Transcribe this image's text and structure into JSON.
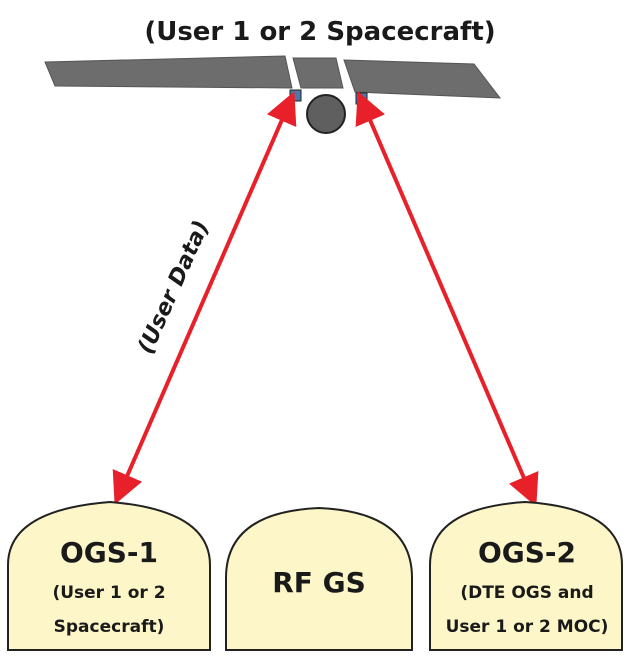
{
  "spacecraft": {
    "label": "(User 1 or 2 Spacecraft)"
  },
  "link": {
    "label": "(User Data)",
    "color": "#e8202a"
  },
  "ground_stations": [
    {
      "title": "OGS-1",
      "lines": [
        "(User 1 or 2",
        "Spacecraft)"
      ]
    },
    {
      "title": "RF GS",
      "lines": []
    },
    {
      "title": "OGS-2",
      "lines": [
        "(DTE OGS and",
        "User 1 or 2 MOC)"
      ]
    }
  ],
  "colors": {
    "station_fill": "#fdf6c8",
    "station_stroke": "#222222",
    "panel_fill": "#6d6d6d",
    "body_fill": "#5f5f5f",
    "antenna_fill": "#4f78a8"
  }
}
